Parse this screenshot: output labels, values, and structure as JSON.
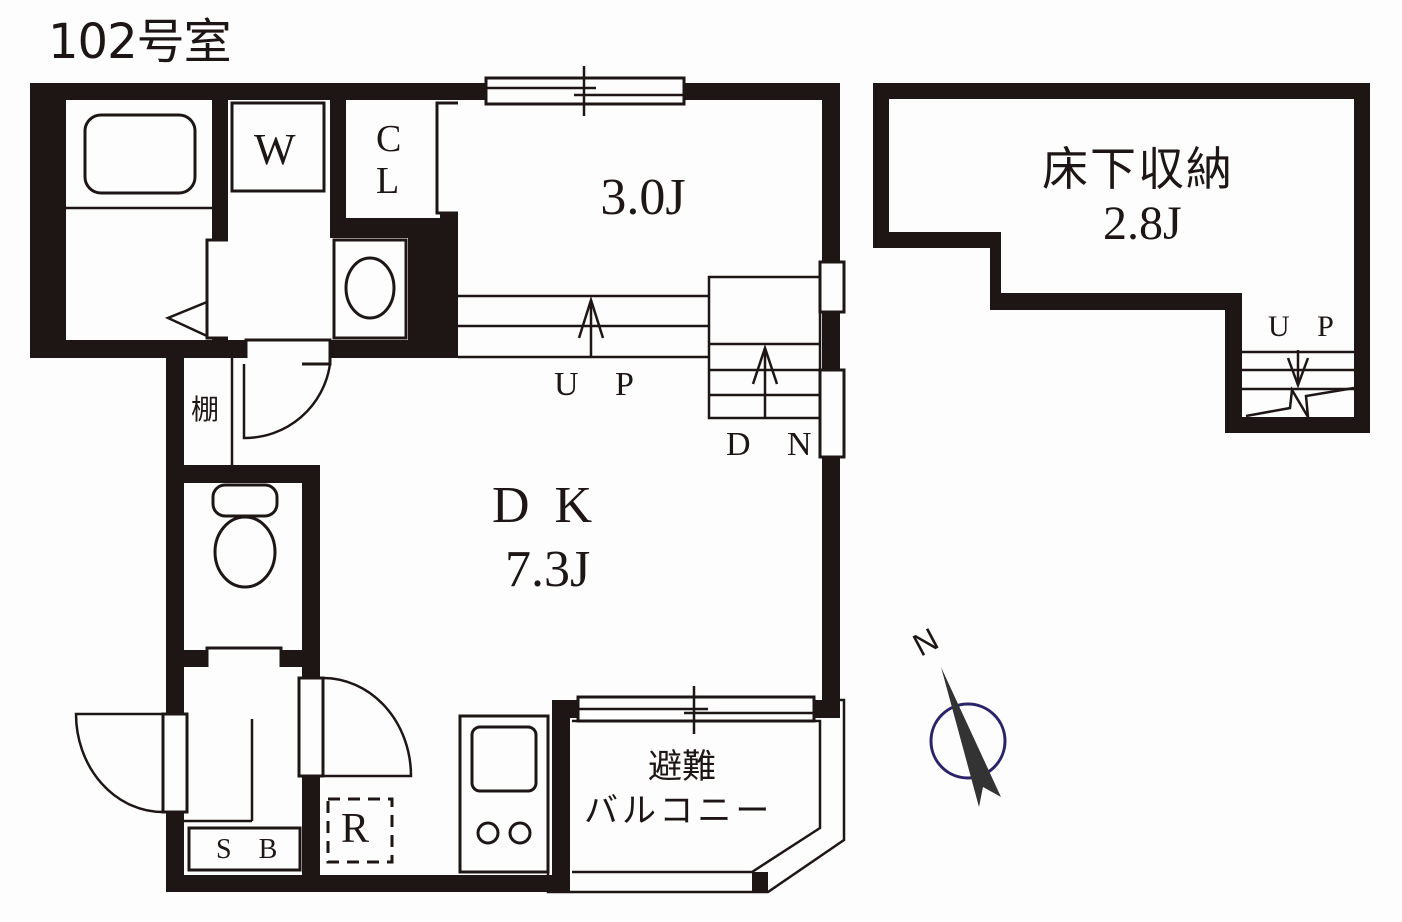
{
  "unit": {
    "title": "102号室"
  },
  "rooms": {
    "western": {
      "area": "3.0J"
    },
    "dk": {
      "name": "D K",
      "area": "7.3J"
    },
    "underfloor_storage": {
      "name": "床下収納",
      "area": "2.8J"
    },
    "balcony": {
      "name_line1": "避難",
      "name_line2": "バルコニー"
    }
  },
  "labels": {
    "washer": "W",
    "closet_c": "C",
    "closet_l": "L",
    "shelf": "棚",
    "shoe_box": "S B",
    "refrigerator": "R",
    "stairs_up_main": "U P",
    "stairs_down": "D N",
    "stairs_up_storage": "U P",
    "compass_north": "N"
  },
  "colors": {
    "wall": "#1e1614",
    "background": "#fdfdfd",
    "compass_ring": "#2a2468",
    "compass_needle": "#333333"
  }
}
